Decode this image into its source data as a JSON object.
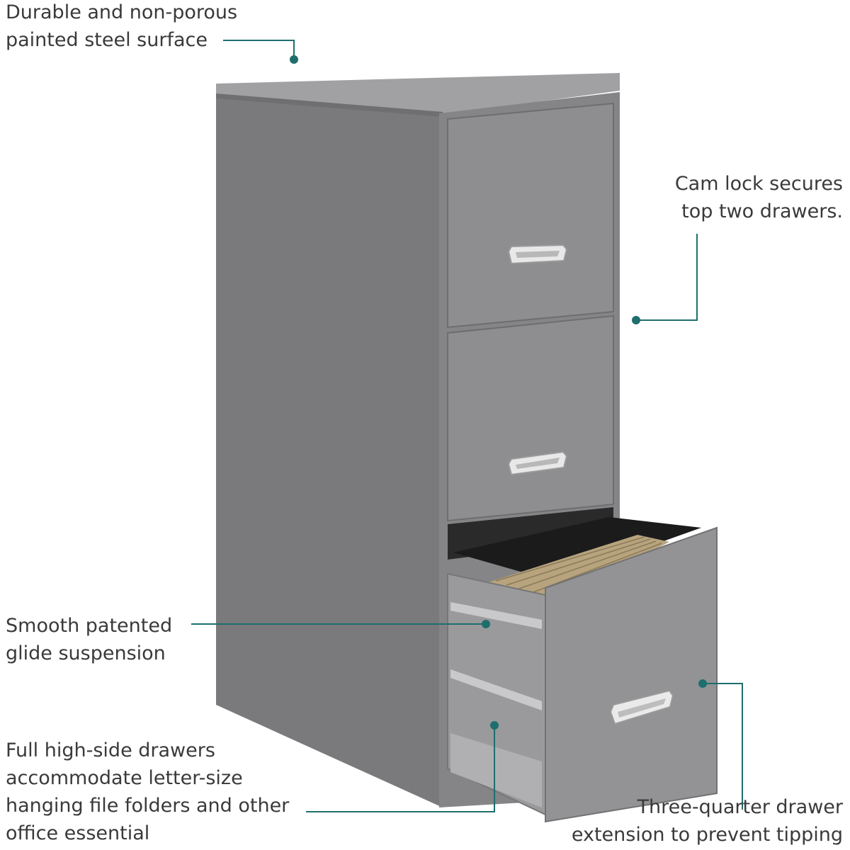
{
  "callouts": {
    "surface": {
      "line1": "Durable and non-porous",
      "line2": "painted steel surface"
    },
    "camlock": {
      "line1": "Cam lock secures",
      "line2": "top two drawers."
    },
    "glide": {
      "line1": "Smooth patented",
      "line2": "glide suspension"
    },
    "drawers": {
      "line1": "Full high-side drawers",
      "line2": "accommodate letter-size",
      "line3": "hanging file folders and other",
      "line4": "office essential"
    },
    "extension": {
      "line1": "Three-quarter drawer",
      "line2": "extension to prevent tipping"
    }
  },
  "colors": {
    "leader": "#1f6e6e",
    "cabinet_front": "#8d8d8f",
    "cabinet_side": "#7a7a7c",
    "cabinet_top": "#9e9ea0",
    "folders": "#b7a37d",
    "handle": "#e6e6e6"
  },
  "icons": [
    "leader-dot-icon",
    "drawer-handle-icon",
    "cam-lock-icon"
  ]
}
